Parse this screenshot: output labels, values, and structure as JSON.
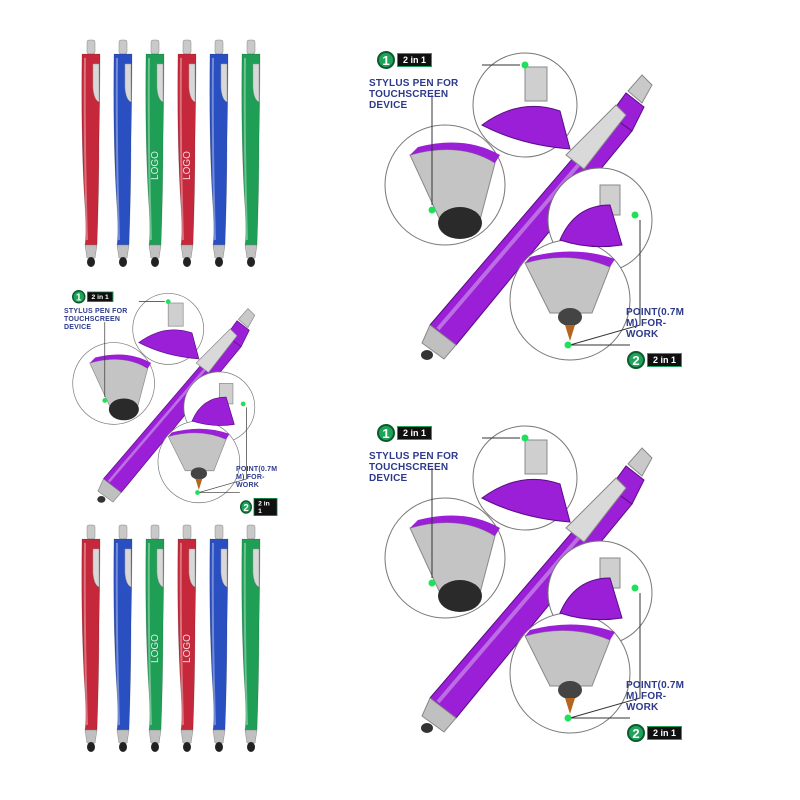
{
  "row_set_top": {
    "pens": [
      {
        "color": "#c4283a"
      },
      {
        "color": "#2a4fc0"
      },
      {
        "color": "#1f9e55"
      },
      {
        "color": "#c4283a"
      },
      {
        "color": "#2a4fc0"
      },
      {
        "color": "#1f9e55"
      }
    ],
    "logo_text": "LOGO"
  },
  "row_set_bottom": {
    "pens": [
      {
        "color": "#c4283a"
      },
      {
        "color": "#2a4fc0"
      },
      {
        "color": "#1f9e55"
      },
      {
        "color": "#c4283a"
      },
      {
        "color": "#2a4fc0"
      },
      {
        "color": "#1f9e55"
      }
    ],
    "logo_text": "LOGO"
  },
  "diagram": {
    "pen_color": "#9a1fd6",
    "badge1_num": "1",
    "badge2_num": "2",
    "badge_tag": "2 in 1",
    "stylus_label": "STYLUS PEN FOR TOUCHSCREEN DEVICE",
    "point_label": "POINT(0.7M M) FOR-WORK"
  }
}
